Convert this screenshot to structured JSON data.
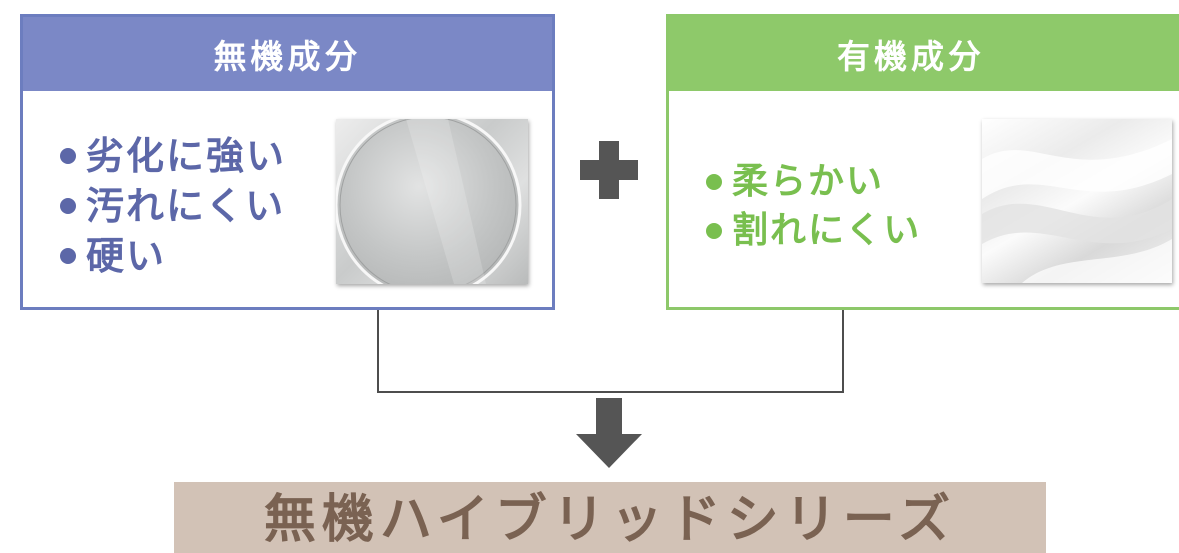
{
  "inorganic": {
    "title": "無機成分",
    "features": [
      "劣化に強い",
      "汚れにくい",
      "硬い"
    ],
    "image": "glass-lens-image",
    "color": "#7b88c6",
    "text_color": "#5c67a8"
  },
  "organic": {
    "title": "有機成分",
    "features": [
      "柔らかい",
      "割れにくい"
    ],
    "image": "white-silk-image",
    "color": "#8ec96a",
    "text_color": "#79bf4f"
  },
  "operator": "plus-icon",
  "flow_arrow": "down-arrow-icon",
  "result": {
    "title": "無機ハイブリッドシリーズ",
    "background": "#d2c2b6",
    "text_color": "#7a6252"
  }
}
